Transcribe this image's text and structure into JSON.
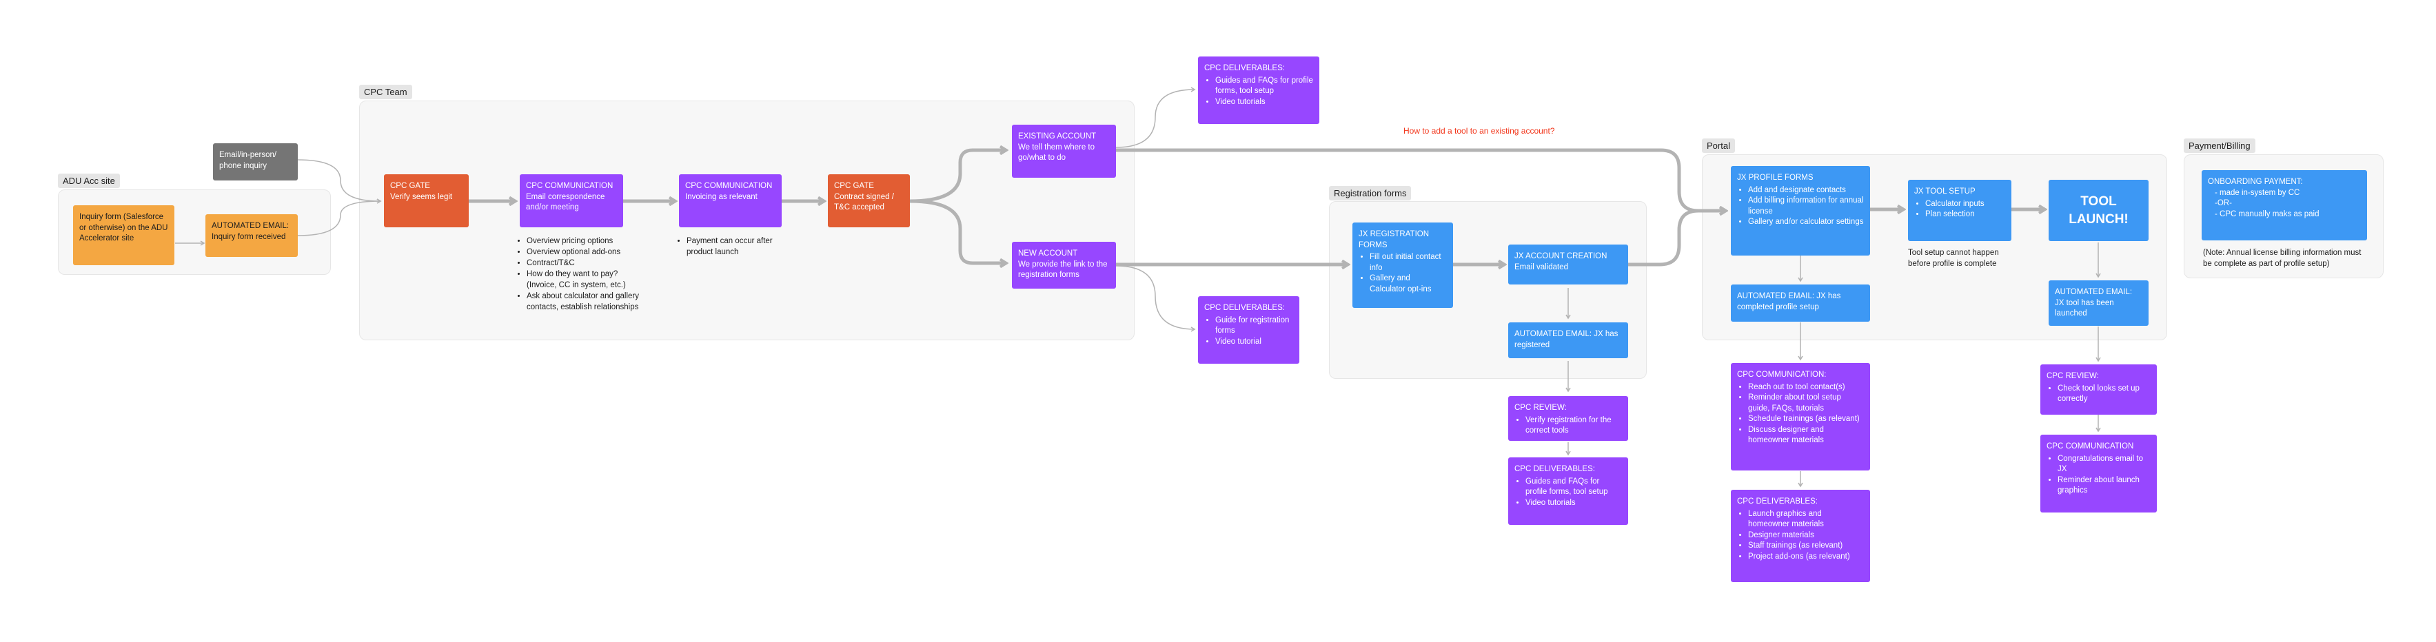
{
  "sections": {
    "adu_site": "ADU Acc site",
    "cpc_team": "CPC Team",
    "registration_forms": "Registration forms",
    "portal": "Portal",
    "payment_billing": "Payment/Billing"
  },
  "cards": {
    "inquiry_form": {
      "text": "Inquiry form (Salesforce or otherwise) on the ADU Accelerator site"
    },
    "automated_email_inquiry": {
      "text": "AUTOMATED EMAIL: Inquiry form received"
    },
    "email_inquiry": {
      "text": "Email/in-person/ phone inquiry"
    },
    "cpc_gate_1": {
      "title": "CPC GATE",
      "text": "Verify seems legit"
    },
    "cpc_comm_1": {
      "title": "CPC COMMUNICATION",
      "text": "Email correspondence and/or meeting"
    },
    "cpc_comm_2": {
      "title": "CPC COMMUNICATION",
      "text": "Invoicing as relevant"
    },
    "cpc_gate_2": {
      "title": "CPC GATE",
      "text": "Contract signed / T&C accepted"
    },
    "existing_account": {
      "title": "EXISTING ACCOUNT",
      "text": "We tell them where to go/what to do"
    },
    "new_account": {
      "title": "NEW ACCOUNT",
      "text": "We provide the link to the registration forms"
    },
    "deliverables_top": {
      "title": "CPC DELIVERABLES:",
      "items": [
        "Guides and FAQs for profile forms, tool setup",
        "Video tutorials"
      ]
    },
    "deliverables_mid": {
      "title": "CPC DELIVERABLES:",
      "items": [
        "Guide for registration forms",
        "Video tutorial"
      ]
    },
    "jx_registration": {
      "title": "JX REGISTRATION FORMS",
      "items": [
        "Fill out initial contact info",
        "Gallery and Calculator opt-ins"
      ]
    },
    "jx_account_creation": {
      "title": "JX ACCOUNT CREATION",
      "text": "Email validated"
    },
    "auto_email_registered": {
      "text": "AUTOMATED EMAIL: JX has registered"
    },
    "cpc_review_reg": {
      "title": "CPC REVIEW:",
      "items": [
        "Verify registration for the correct tools"
      ]
    },
    "deliverables_reg": {
      "title": "CPC DELIVERABLES:",
      "items": [
        "Guides and FAQs for profile forms, tool setup",
        "Video tutorials"
      ]
    },
    "jx_profile_forms": {
      "title": "JX PROFILE FORMS",
      "items": [
        "Add and designate contacts",
        "Add billing information for annual license",
        "Gallery and/or calculator settings"
      ]
    },
    "auto_email_profile": {
      "text": "AUTOMATED EMAIL: JX has completed profile setup"
    },
    "cpc_comm_portal": {
      "title": "CPC COMMUNICATION:",
      "items": [
        "Reach out to tool contact(s)",
        "Reminder about tool setup guide, FAQs, tutorials",
        "Schedule trainings (as relevant)",
        "Discuss designer and homeowner materials"
      ]
    },
    "deliverables_portal": {
      "title": "CPC DELIVERABLES:",
      "items": [
        "Launch graphics and homeowner materials",
        "Designer materials",
        "Staff trainings (as relevant)",
        "Project add-ons (as relevant)"
      ]
    },
    "jx_tool_setup": {
      "title": "JX TOOL SETUP",
      "items": [
        "Calculator inputs",
        "Plan selection"
      ]
    },
    "tool_launch": {
      "text": "TOOL LAUNCH!"
    },
    "auto_email_launched": {
      "text": "AUTOMATED EMAIL: JX tool has been launched"
    },
    "cpc_review_tools": {
      "title": "CPC REVIEW:",
      "items": [
        "Check tool looks set up correctly"
      ]
    },
    "cpc_comm_congrats": {
      "title": "CPC COMMUNICATION",
      "items": [
        "Congratulations email to JX",
        "Reminder about launch graphics"
      ]
    },
    "onboarding_payment": {
      "title": "ONBOARDING PAYMENT:",
      "lines": [
        "- made in-system by CC",
        "-OR-",
        "- CPC manually maks as paid"
      ]
    }
  },
  "notes": {
    "cpc_comm_1_bullets": [
      "Overview pricing options",
      "Overview optional add-ons",
      "Contract/T&C",
      "How do they want to pay? (Invoice, CC in system, etc.)",
      "Ask about calculator and gallery contacts, establish relationships"
    ],
    "invoicing_bullets": [
      "Payment can occur after product launch"
    ],
    "existing_account_question": "How to add a tool to an existing account?",
    "tool_setup_note": "Tool setup cannot happen before profile is complete",
    "billing_note": "(Note: Annual license billing information must be complete as part of profile setup)"
  },
  "colors": {
    "orange": "#f4a742",
    "gray": "#757575",
    "red": "#e25d33",
    "purple": "#9747ff",
    "blue": "#3d98f4",
    "connector": "#b3b3b3",
    "question_text": "#f2371c"
  }
}
